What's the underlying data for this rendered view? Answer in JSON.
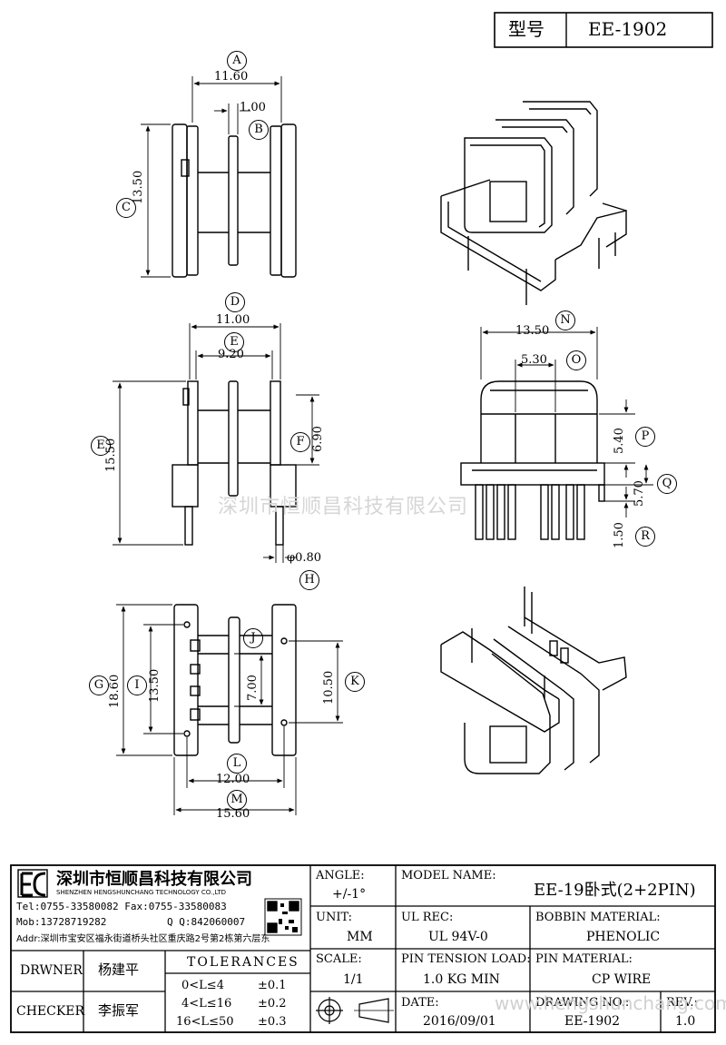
{
  "header": {
    "model_label": "型号",
    "model_value": "EE-1902"
  },
  "dims": {
    "A": {
      "letter": "A",
      "value": "11.60"
    },
    "B": {
      "letter": "B",
      "value": "1.00"
    },
    "C": {
      "letter": "C",
      "value": "13.50"
    },
    "D": {
      "letter": "D",
      "value": "11.00"
    },
    "E": {
      "letter": "E",
      "value": "9.20"
    },
    "E2": {
      "letter": "E",
      "value": "15.50"
    },
    "F": {
      "letter": "F",
      "value": "6.90"
    },
    "H": {
      "letter": "H",
      "value": "φ0.80"
    },
    "G": {
      "letter": "G",
      "value": "18.60"
    },
    "I": {
      "letter": "I",
      "value": "13.50"
    },
    "J": {
      "letter": "J",
      "value": "7.00"
    },
    "K": {
      "letter": "K",
      "value": "10.50"
    },
    "L": {
      "letter": "L",
      "value": "12.00"
    },
    "M": {
      "letter": "M",
      "value": "15.60"
    },
    "N": {
      "letter": "N",
      "value": "13.50"
    },
    "O": {
      "letter": "O",
      "value": "5.30"
    },
    "P": {
      "letter": "P",
      "value": "5.40"
    },
    "Q": {
      "letter": "Q",
      "value": "5.70"
    },
    "R": {
      "letter": "R",
      "value": "1.50"
    }
  },
  "watermark": "深圳市恒顺昌科技有限公司",
  "watermark_url": "www.hengshunchang.com",
  "company": {
    "name_cn": "深圳市恒顺昌科技有限公司",
    "name_en": "SHENZHEN HENGSHUNCHANG TECHNOLOGY CO.,LTD",
    "tel": "Tel:0755-33580082 Fax:0755-33580083",
    "mob": "Mob:13728719282",
    "qq": "Q  Q:842060007",
    "addr": "Addr:深圳市宝安区福永街道桥头社区重庆路2号第2栋第六层东"
  },
  "titleblock": {
    "drawer_label": "DRWNER",
    "drawer_name": "杨建平",
    "checker_label": "CHECKER",
    "checker_name": "李振军",
    "tol_title": "TOLERANCES",
    "tol_rows": [
      {
        "range": "0<L≤4",
        "tol": "±0.1"
      },
      {
        "range": "4<L≤16",
        "tol": "±0.2"
      },
      {
        "range": "16<L≤50",
        "tol": "±0.3"
      }
    ],
    "angle_label": "ANGLE:",
    "angle_value": "+/-1°",
    "unit_label": "UNIT:",
    "unit_value": "MM",
    "scale_label": "SCALE:",
    "scale_value": "1/1",
    "model_label": "MODEL NAME:",
    "model_value": "EE-19卧式(2+2PIN)",
    "ul_label": "UL REC:",
    "ul_value": "UL 94V-0",
    "bobbin_label": "BOBBIN MATERIAL:",
    "bobbin_value": "PHENOLIC",
    "pin_tension_label": "PIN TENSION LOAD:",
    "pin_tension_value": "1.0 KG MIN",
    "pin_mat_label": "PIN MATERIAL:",
    "pin_mat_value": "CP WIRE",
    "date_label": "DATE:",
    "date_value": "2016/09/01",
    "drawing_label": "DRAWING NO.:",
    "drawing_value": "EE-1902",
    "rev_label": "REV.:",
    "rev_value": "1.0"
  }
}
